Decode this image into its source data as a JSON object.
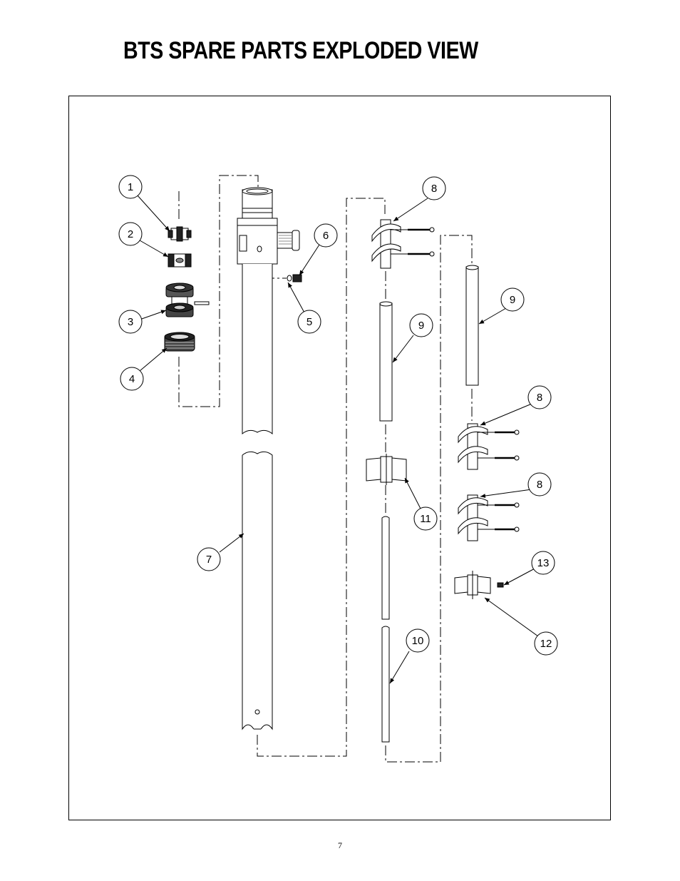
{
  "page": {
    "title": "BTS SPARE PARTS EXPLODED VIEW",
    "page_number": "7"
  },
  "callouts": [
    "1",
    "2",
    "3",
    "4",
    "5",
    "6",
    "7",
    "8",
    "9",
    "9",
    "10",
    "11",
    "8",
    "8",
    "13",
    "12"
  ]
}
